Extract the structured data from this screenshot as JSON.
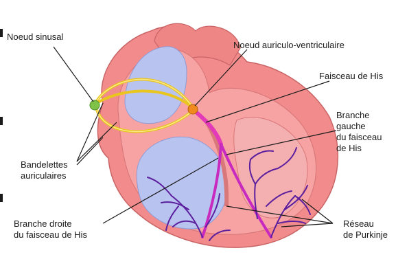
{
  "labels": {
    "sinus_node": "Noeud sinusal",
    "av_node": "Noeud auriculo-ventriculaire",
    "his_bundle": "Faisceau de His",
    "left_branch": [
      "Branche",
      "gauche",
      "du faisceau",
      "de His"
    ],
    "atrial_bands": [
      "Bandelettes",
      "auriculaires"
    ],
    "right_branch": [
      "Branche droite",
      "du faisceau de His"
    ],
    "purkinje": [
      "Réseau",
      "de Purkinje"
    ]
  },
  "colors": {
    "outer_muscle": "#f28c8c",
    "inner_muscle": "#f7a3a3",
    "wall_dark": "#d9787a",
    "chamber": "#b9c3ef",
    "conduction_yellow": "#f3d23a",
    "sinus_node": "#7fc24a",
    "av_node": "#f08a1e",
    "his_bundle": "#e23ab8",
    "purkinje": "#5b1e9e"
  }
}
